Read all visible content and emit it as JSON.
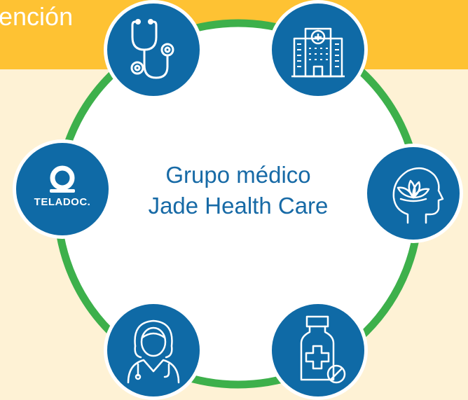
{
  "header": {
    "title": "ención"
  },
  "center": {
    "line1": "Grupo médico",
    "line2": "Jade Health Care"
  },
  "nodes": {
    "doctor": {
      "icon": "stethoscope-icon"
    },
    "hospital": {
      "icon": "hospital-icon"
    },
    "mental_health": {
      "icon": "lotus-head-icon"
    },
    "pharmacy": {
      "icon": "medicine-bottle-icon"
    },
    "provider": {
      "icon": "physician-icon"
    },
    "telehealth": {
      "icon": "teladoc-logo",
      "label": "TELADOC."
    }
  },
  "colors": {
    "header": "#FEC233",
    "background": "#FEF2D5",
    "ring": "#3DB04B",
    "node": "#0F6AA6",
    "text": "#176AA6"
  }
}
